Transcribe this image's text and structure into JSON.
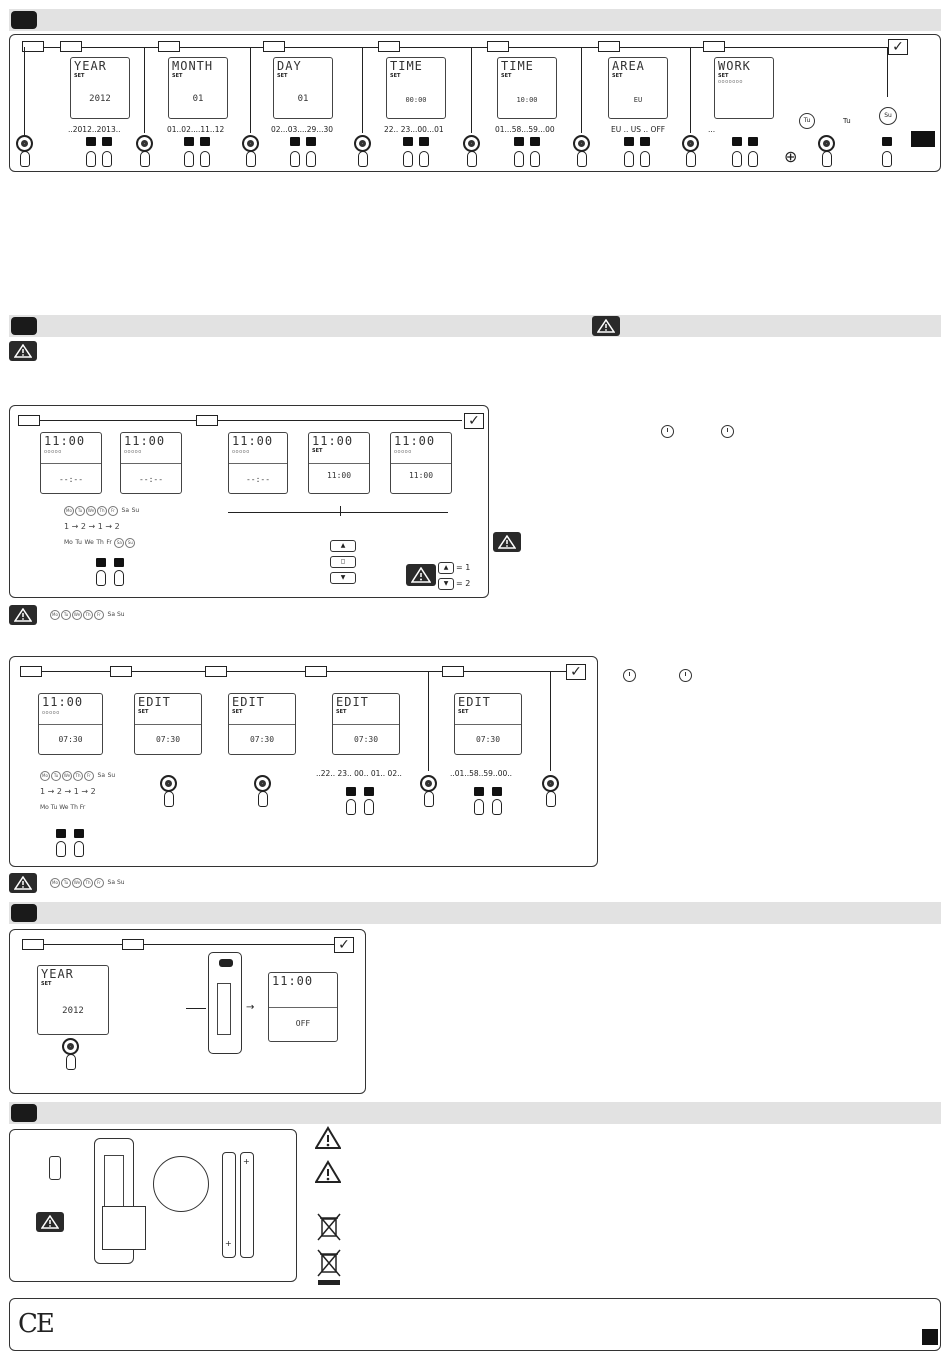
{
  "section1": {
    "screens": [
      {
        "title": "YEAR",
        "set": "SET",
        "value": "2012",
        "range": "..2012..2013.."
      },
      {
        "title": "MONTH",
        "set": "SET",
        "value": "01",
        "range": "01..02....11..12"
      },
      {
        "title": "DAY",
        "set": "SET",
        "value": "01",
        "range": "02...03....29...30"
      },
      {
        "title": "TIME",
        "set": "SET",
        "value": "00:00",
        "range": "22.. 23...00...01"
      },
      {
        "title": "TIME",
        "set": "SET",
        "value": "10:00",
        "range": "01...58...59...00"
      },
      {
        "title": "AREA",
        "set": "SET",
        "value": "EU",
        "range": "EU .. US .. OFF"
      },
      {
        "title": "WORK",
        "set": "SET",
        "value": "",
        "range": "..."
      }
    ],
    "tu_label": "Tu",
    "su_label": "Su",
    "plus_symbol": "⊕",
    "check": "✓"
  },
  "section2": {
    "screens_a": [
      {
        "title": "11:00",
        "value": "--:--"
      },
      {
        "title": "11:00",
        "value": "--:--"
      }
    ],
    "screens_b": [
      {
        "title": "11:00",
        "value": "--:--"
      },
      {
        "title": "11:00",
        "set": "SET",
        "value": "11:00"
      },
      {
        "title": "11:00",
        "value": "11:00"
      }
    ],
    "days_row1": [
      "Mo",
      "Tu",
      "We",
      "Th",
      "Fr",
      "Sa",
      "Su"
    ],
    "seq1": "1 → 2 → 1 → 2",
    "days_row2": [
      "Mo",
      "Tu",
      "We",
      "Th",
      "Fr",
      "Sa",
      "Su"
    ],
    "legend_up": "= 1",
    "legend_down": "= 2",
    "check": "✓"
  },
  "section3": {
    "screens": [
      {
        "title": "11:00",
        "value": "07:30"
      },
      {
        "title": "EDIT",
        "set": "SET",
        "value": "07:30"
      },
      {
        "title": "EDIT",
        "set": "SET",
        "value": "07:30"
      },
      {
        "title": "EDIT",
        "set": "SET",
        "value": "07:30"
      },
      {
        "title": "EDIT",
        "set": "SET",
        "value": "07:30"
      }
    ],
    "range_hours": "..22.. 23.. 00.. 01.. 02..",
    "range_minutes": "..01..58..59..00..",
    "days": [
      "Mo",
      "Tu",
      "We",
      "Th",
      "Fr",
      "Sa",
      "Su"
    ],
    "check": "✓"
  },
  "section4": {
    "screens": [
      {
        "title": "YEAR",
        "set": "SET",
        "value": "2012"
      },
      {
        "title": "11:00",
        "value": "OFF"
      }
    ],
    "check": "✓"
  },
  "section5": {
    "battery_plus": "+",
    "battery_plus_bottom": "+"
  },
  "footer": {
    "ce_mark": "CE"
  }
}
